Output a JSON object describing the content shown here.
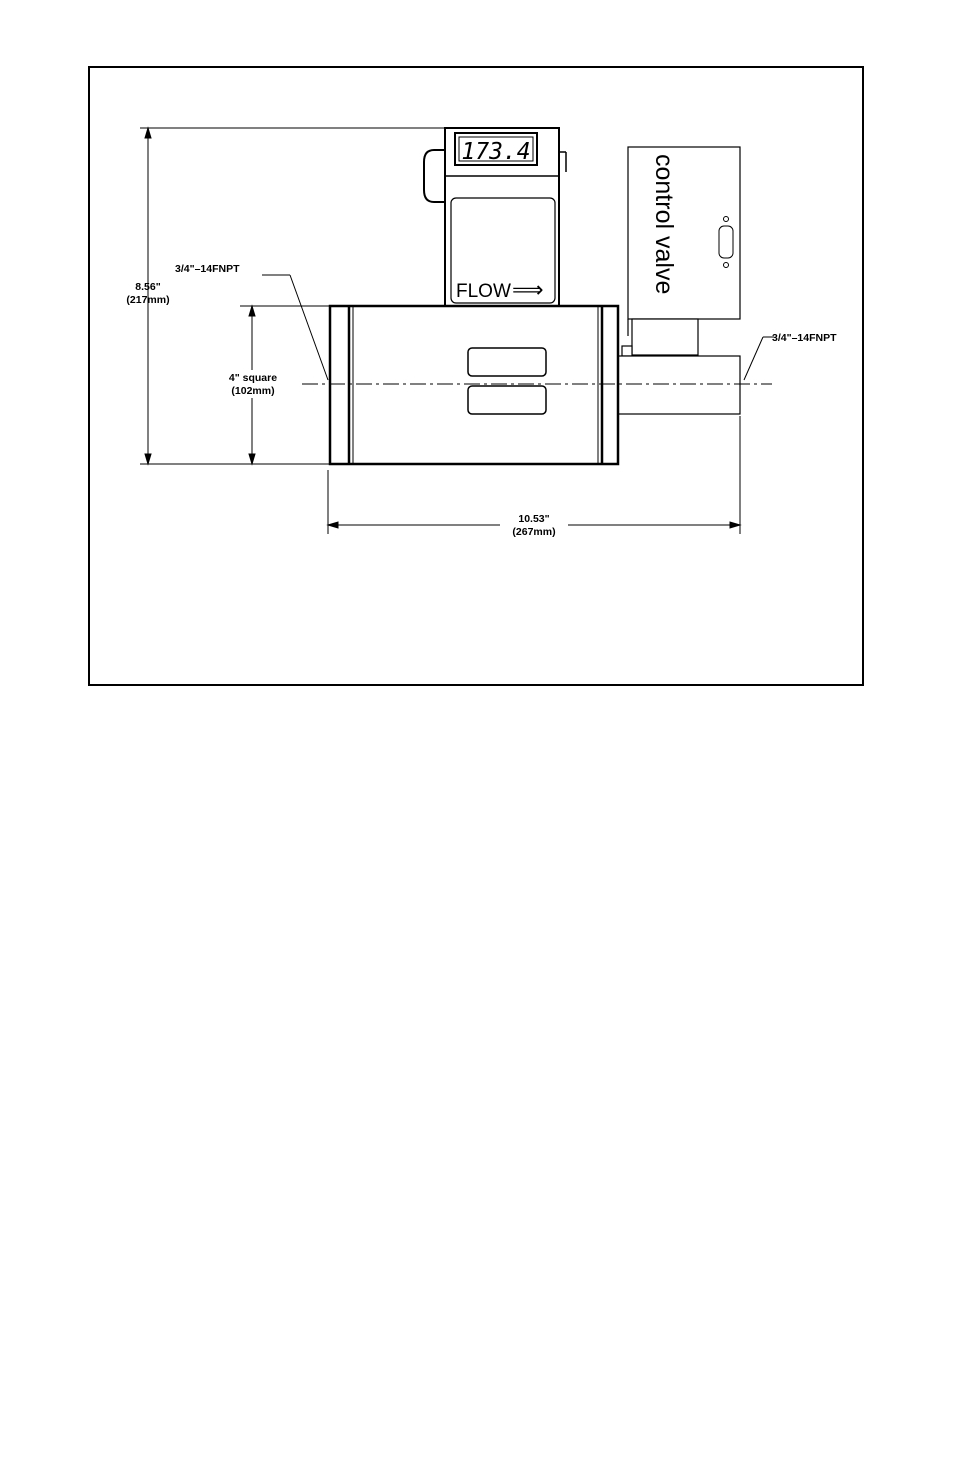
{
  "drawing": {
    "display_reading": "173.4",
    "flow_label": "FLOW",
    "flow_arrow": "⟹",
    "valve_label": "control valve",
    "inlet_port": "3/4\"–14FNPT",
    "outlet_port": "3/4\"–14FNPT",
    "height_in": "8.56\"",
    "height_mm": "(217mm)",
    "square_in": "4\" square",
    "square_mm": "(102mm)",
    "length_in": "10.53\"",
    "length_mm": "(267mm)"
  }
}
